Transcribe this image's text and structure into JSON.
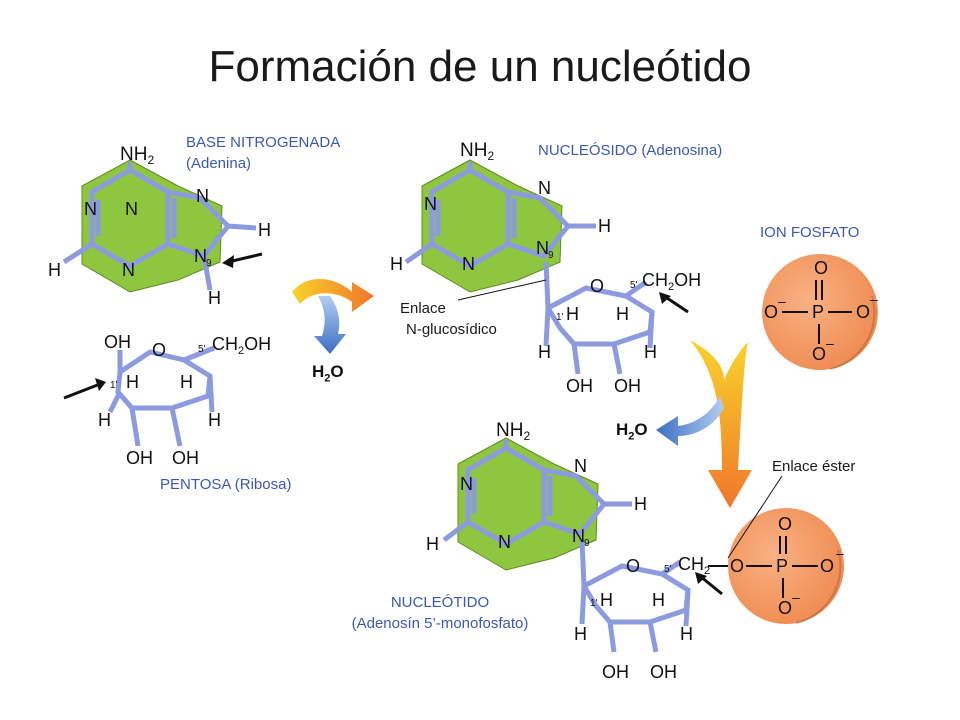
{
  "title": "Formación de un nucleótido",
  "base": {
    "label_line1": "BASE NITROGENADA",
    "label_line2": "(Adenina)",
    "atoms": {
      "amino": "NH2",
      "n": "N",
      "h": "H",
      "n9": "N9"
    }
  },
  "pentose": {
    "label": "PENTOSA  (Ribosa)",
    "atoms": {
      "oh": "OH",
      "o": "O",
      "ch2oh": "CH2OH",
      "h": "H",
      "pos5": "5'",
      "pos1": "1'"
    }
  },
  "nucleoside": {
    "label": "NUCLEÓSIDO  (Adenosina)",
    "bond_line1": "Enlace",
    "bond_line2": "N-glucosídico"
  },
  "phosphate_ion": {
    "label": "ION FOSFATO",
    "atoms": {
      "o": "O",
      "p": "P",
      "minus": "–"
    }
  },
  "nucleotide": {
    "label_line1": "NUCLEÓTIDO",
    "label_line2": "(Adenosín 5’-monofosfato)",
    "ester_bond": "Enlace éster",
    "ch2": "CH2"
  },
  "water": {
    "h": "H",
    "sub": "2",
    "o": "O"
  },
  "colors": {
    "base_green": "#8ec63f",
    "bond_blue": "#8c9be0",
    "label_blue": "#3a59b5",
    "phosphate_orange": "#f5a16c",
    "arrow_yellow": "#f8d32b",
    "arrow_orange": "#f1762a",
    "arrow_light_blue": "#8fb3e8",
    "arrow_blue": "#3b6fc2"
  }
}
